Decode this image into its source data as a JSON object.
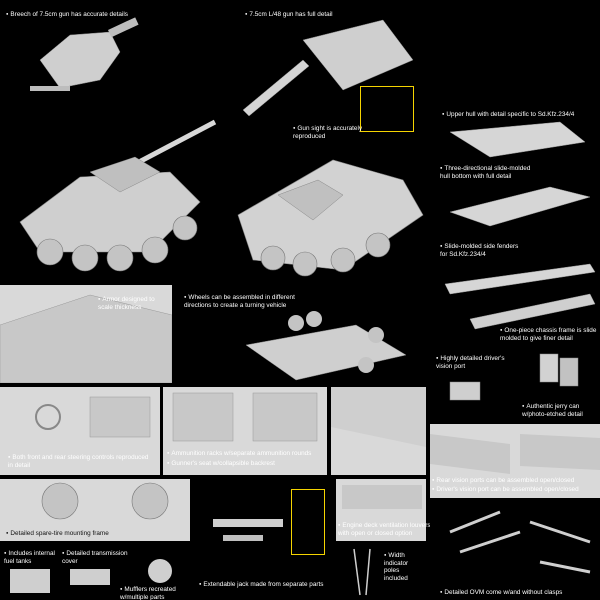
{
  "captions": {
    "breech": "Breech of 7.5cm gun has accurate details",
    "gun_full": "7.5cm L/48 gun has full detail",
    "gun_sight": "Gun sight is accurately\nreproduced",
    "upper_hull": "Upper hull with detail specific to Sd.Kfz.234/4",
    "hull_bottom": "Three-directional slide-molded\nhull bottom with full detail",
    "side_fenders": "Slide-molded side fenders\nfor Sd.Kfz.234/4",
    "chassis": "One-piece chassis frame is slide\nmolded to give finer detail",
    "armor": "Armor designed to\nscale thickness",
    "wheels": "Wheels can be assembled in different\ndirections to create a turning vehicle",
    "vision_port": "Highly detailed driver's\nvision port",
    "jerry_can": "Authentic jerry can\nw/photo-etched detail",
    "steering": "Both front and rear steering controls reproduced\nin detail",
    "ammo_racks": "Ammunition racks w/separate ammunition rounds",
    "gunner_seat": "Gunner's seat w/collapsible backrest",
    "rear_vision": "Rear vision ports can be assembled open/closed",
    "driver_vision": "Driver's vision port can  be assembled open/closed",
    "spare_tire": "Detailed spare-tire mounting frame",
    "engine_deck": "Engine deck ventilation louvers\nwith open or closed option",
    "fuel_tanks": "Includes internal\nfuel tanks",
    "transmission": "Detailed transmission\ncover",
    "mufflers": "Mufflers recreated\nw/multiple parts",
    "jack": "Extendable jack made from separate parts",
    "width_poles": "Width\nindicator\npoles\nincluded",
    "ovm": "Detailed OVM come w/and without clasps"
  },
  "colors": {
    "background": "#000000",
    "model_gray": "#cfcfcf",
    "highlight": "#f5d400"
  },
  "icons": [
    "armored-car-model",
    "gun-barrel-model",
    "hull-part",
    "wheel-part",
    "tool-part"
  ]
}
